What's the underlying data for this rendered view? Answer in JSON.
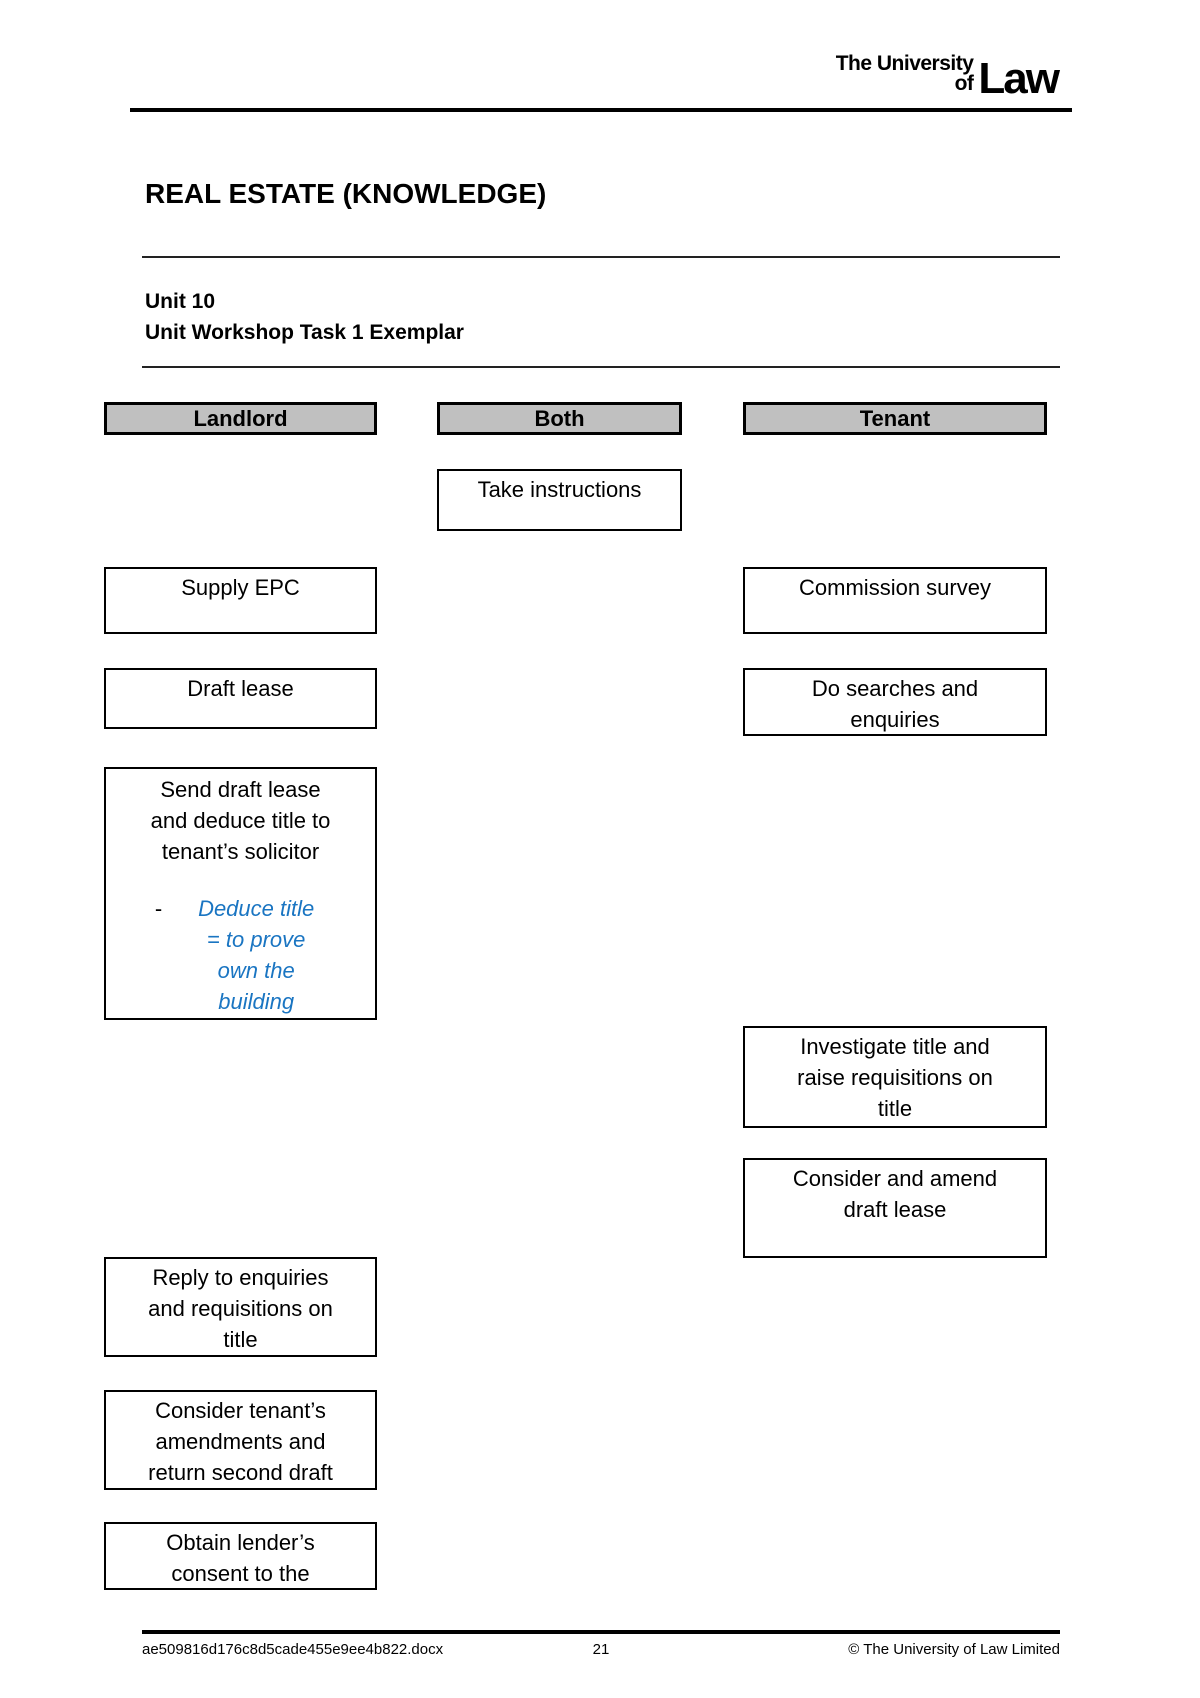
{
  "logo": {
    "line1": "The University",
    "line2": "of",
    "word": "Law"
  },
  "header": {
    "title": "REAL ESTATE (KNOWLEDGE)",
    "unit": "Unit 10",
    "subtitle": "Unit Workshop Task 1 Exemplar"
  },
  "columns": {
    "landlord": "Landlord",
    "both": "Both",
    "tenant": "Tenant"
  },
  "boxes": {
    "take_instructions": "Take instructions",
    "supply_epc": "Supply EPC",
    "commission_survey": "Commission survey",
    "draft_lease": "Draft lease",
    "do_searches": "Do searches and\nenquiries",
    "send_draft_lease": "Send draft lease\nand deduce title to\ntenant’s solicitor",
    "deduce_note_bullet": "-",
    "deduce_note": "Deduce title\n= to prove\nown the\nbuilding",
    "investigate_title": "Investigate title and\nraise requisitions on\ntitle",
    "consider_amend": "Consider and amend\ndraft lease",
    "reply_enquiries": "Reply to enquiries\nand requisitions on\ntitle",
    "consider_tenants": "Consider tenant’s\namendments and\nreturn second draft",
    "obtain_lenders": "Obtain lender’s\nconsent to the"
  },
  "footer": {
    "filename": "ae509816d176c8d5cade455e9ee4b822.docx",
    "page": "21",
    "copyright": "© The University of Law Limited"
  },
  "colors": {
    "note_blue": "#1a75c2",
    "header_fill": "#c0c0c0"
  }
}
